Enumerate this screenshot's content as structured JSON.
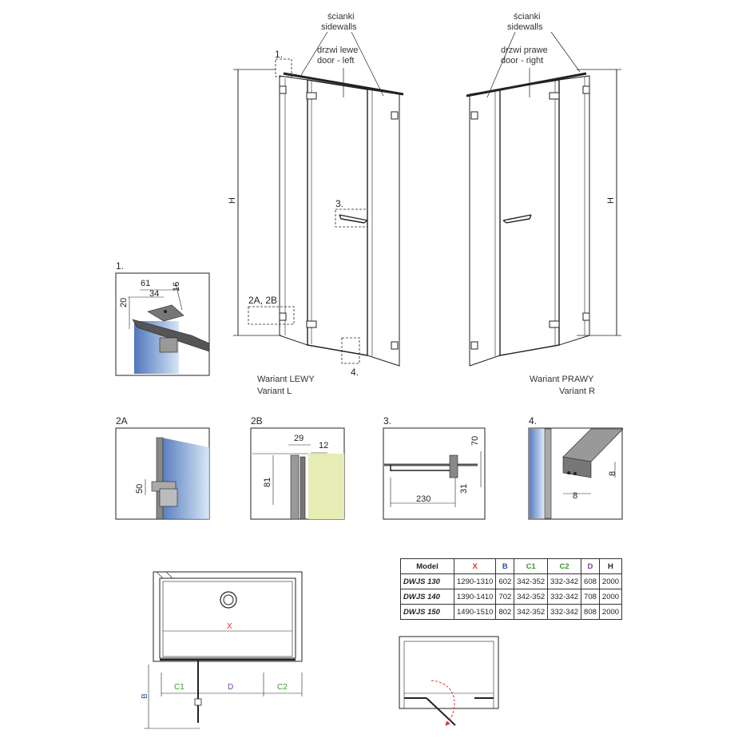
{
  "left": {
    "sidewalls_pl": "ścianki",
    "sidewalls_en": "sidewalls",
    "door_pl": "drzwi lewe",
    "door_en": "door - left",
    "callout_1": "1.",
    "callout_3": "3.",
    "callout_2a2b": "2A, 2B",
    "callout_4": "4.",
    "height_label": "H",
    "variant_pl": "Wariant LEWY",
    "variant_en": "Variant L"
  },
  "right": {
    "sidewalls_pl": "ścianki",
    "sidewalls_en": "sidewalls",
    "door_pl": "drzwi prawe",
    "door_en": "door - right",
    "height_label": "H",
    "variant_pl": "Wariant PRAWY",
    "variant_en": "Variant R"
  },
  "detail1": {
    "label": "1.",
    "dim_61": "61",
    "dim_34": "34",
    "dim_16": "16",
    "dim_20": "20"
  },
  "detail2a": {
    "label": "2A",
    "dim_50": "50"
  },
  "detail2b": {
    "label": "2B",
    "dim_29": "29",
    "dim_12": "12",
    "dim_81": "81"
  },
  "detail3": {
    "label": "3.",
    "dim_230": "230",
    "dim_70": "70",
    "dim_31": "31"
  },
  "detail4": {
    "label": "4.",
    "dim_8_h": "8",
    "dim_8_v": "8"
  },
  "plan": {
    "x_label": "X",
    "c1_label": "C1",
    "d_label": "D",
    "c2_label": "C2",
    "b_label": "B"
  },
  "table": {
    "headers": [
      "Model",
      "X",
      "B",
      "C1",
      "C2",
      "D",
      "H"
    ],
    "rows": [
      [
        "DWJS 130",
        "1290-1310",
        "602",
        "342-352",
        "332-342",
        "608",
        "2000"
      ],
      [
        "DWJS 140",
        "1390-1410",
        "702",
        "342-352",
        "332-342",
        "708",
        "2000"
      ],
      [
        "DWJS 150",
        "1490-1510",
        "802",
        "342-352",
        "332-342",
        "808",
        "2000"
      ]
    ]
  },
  "colors": {
    "x": "#dd3333",
    "b": "#2a4faa",
    "c": "#3a9a2a",
    "d": "#7a3fa0",
    "glass": "#2f5fb0",
    "wall": "#e6ecb4"
  }
}
